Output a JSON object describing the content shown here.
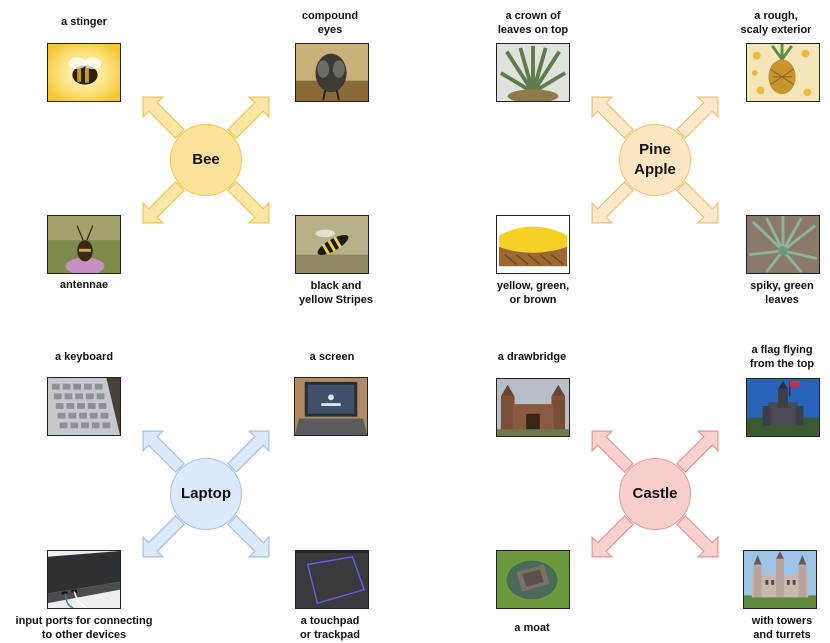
{
  "groups": [
    {
      "hub": "Bee",
      "colors": {
        "fill": "#fde39a",
        "stroke": "#f0c64d",
        "arrow_fill": "#fde7a6",
        "arrow_stroke": "#f1c455"
      },
      "items": [
        {
          "caption": "a stinger",
          "icon": "bee-glowing-icon"
        },
        {
          "caption": "compound\neyes",
          "icon": "bee-face-closeup-icon"
        },
        {
          "caption": "antennae",
          "icon": "bee-on-flower-icon"
        },
        {
          "caption": "black and\nyellow Stripes",
          "icon": "striped-wasp-icon"
        }
      ]
    },
    {
      "hub": "Pine\nApple",
      "colors": {
        "fill": "#fde6c2",
        "stroke": "#f2c27a",
        "arrow_fill": "#fde9ca",
        "arrow_stroke": "#f0bf79"
      },
      "items": [
        {
          "caption": "a crown of\nleaves on top",
          "icon": "pineapple-crown-icon"
        },
        {
          "caption": "a rough,\nscaly exterior",
          "icon": "pineapple-skin-icon"
        },
        {
          "caption": "yellow, green,\nor brown",
          "icon": "pineapple-slice-icon"
        },
        {
          "caption": "spiky, green\nleaves",
          "icon": "pineapple-plant-icon"
        }
      ]
    },
    {
      "hub": "Laptop",
      "colors": {
        "fill": "#dce8fb",
        "stroke": "#a5c1ea",
        "arrow_fill": "#dde9fb",
        "arrow_stroke": "#a3bfe8"
      },
      "items": [
        {
          "caption": "a keyboard",
          "icon": "keyboard-icon"
        },
        {
          "caption": "a screen",
          "icon": "laptop-screen-icon"
        },
        {
          "caption": "input ports for connecting\nto other devices",
          "icon": "laptop-ports-icon"
        },
        {
          "caption": "a touchpad\nor trackpad",
          "icon": "touchpad-icon"
        }
      ]
    },
    {
      "hub": "Castle",
      "colors": {
        "fill": "#f8cfcd",
        "stroke": "#e69a97",
        "arrow_fill": "#f9d2d0",
        "arrow_stroke": "#e59795"
      },
      "items": [
        {
          "caption": "a drawbridge",
          "icon": "drawbridge-castle-icon"
        },
        {
          "caption": "a flag flying\nfrom the top",
          "icon": "flag-castle-icon"
        },
        {
          "caption": "a moat",
          "icon": "moat-castle-icon"
        },
        {
          "caption": "with towers\nand turrets",
          "icon": "towers-castle-icon"
        }
      ]
    }
  ]
}
